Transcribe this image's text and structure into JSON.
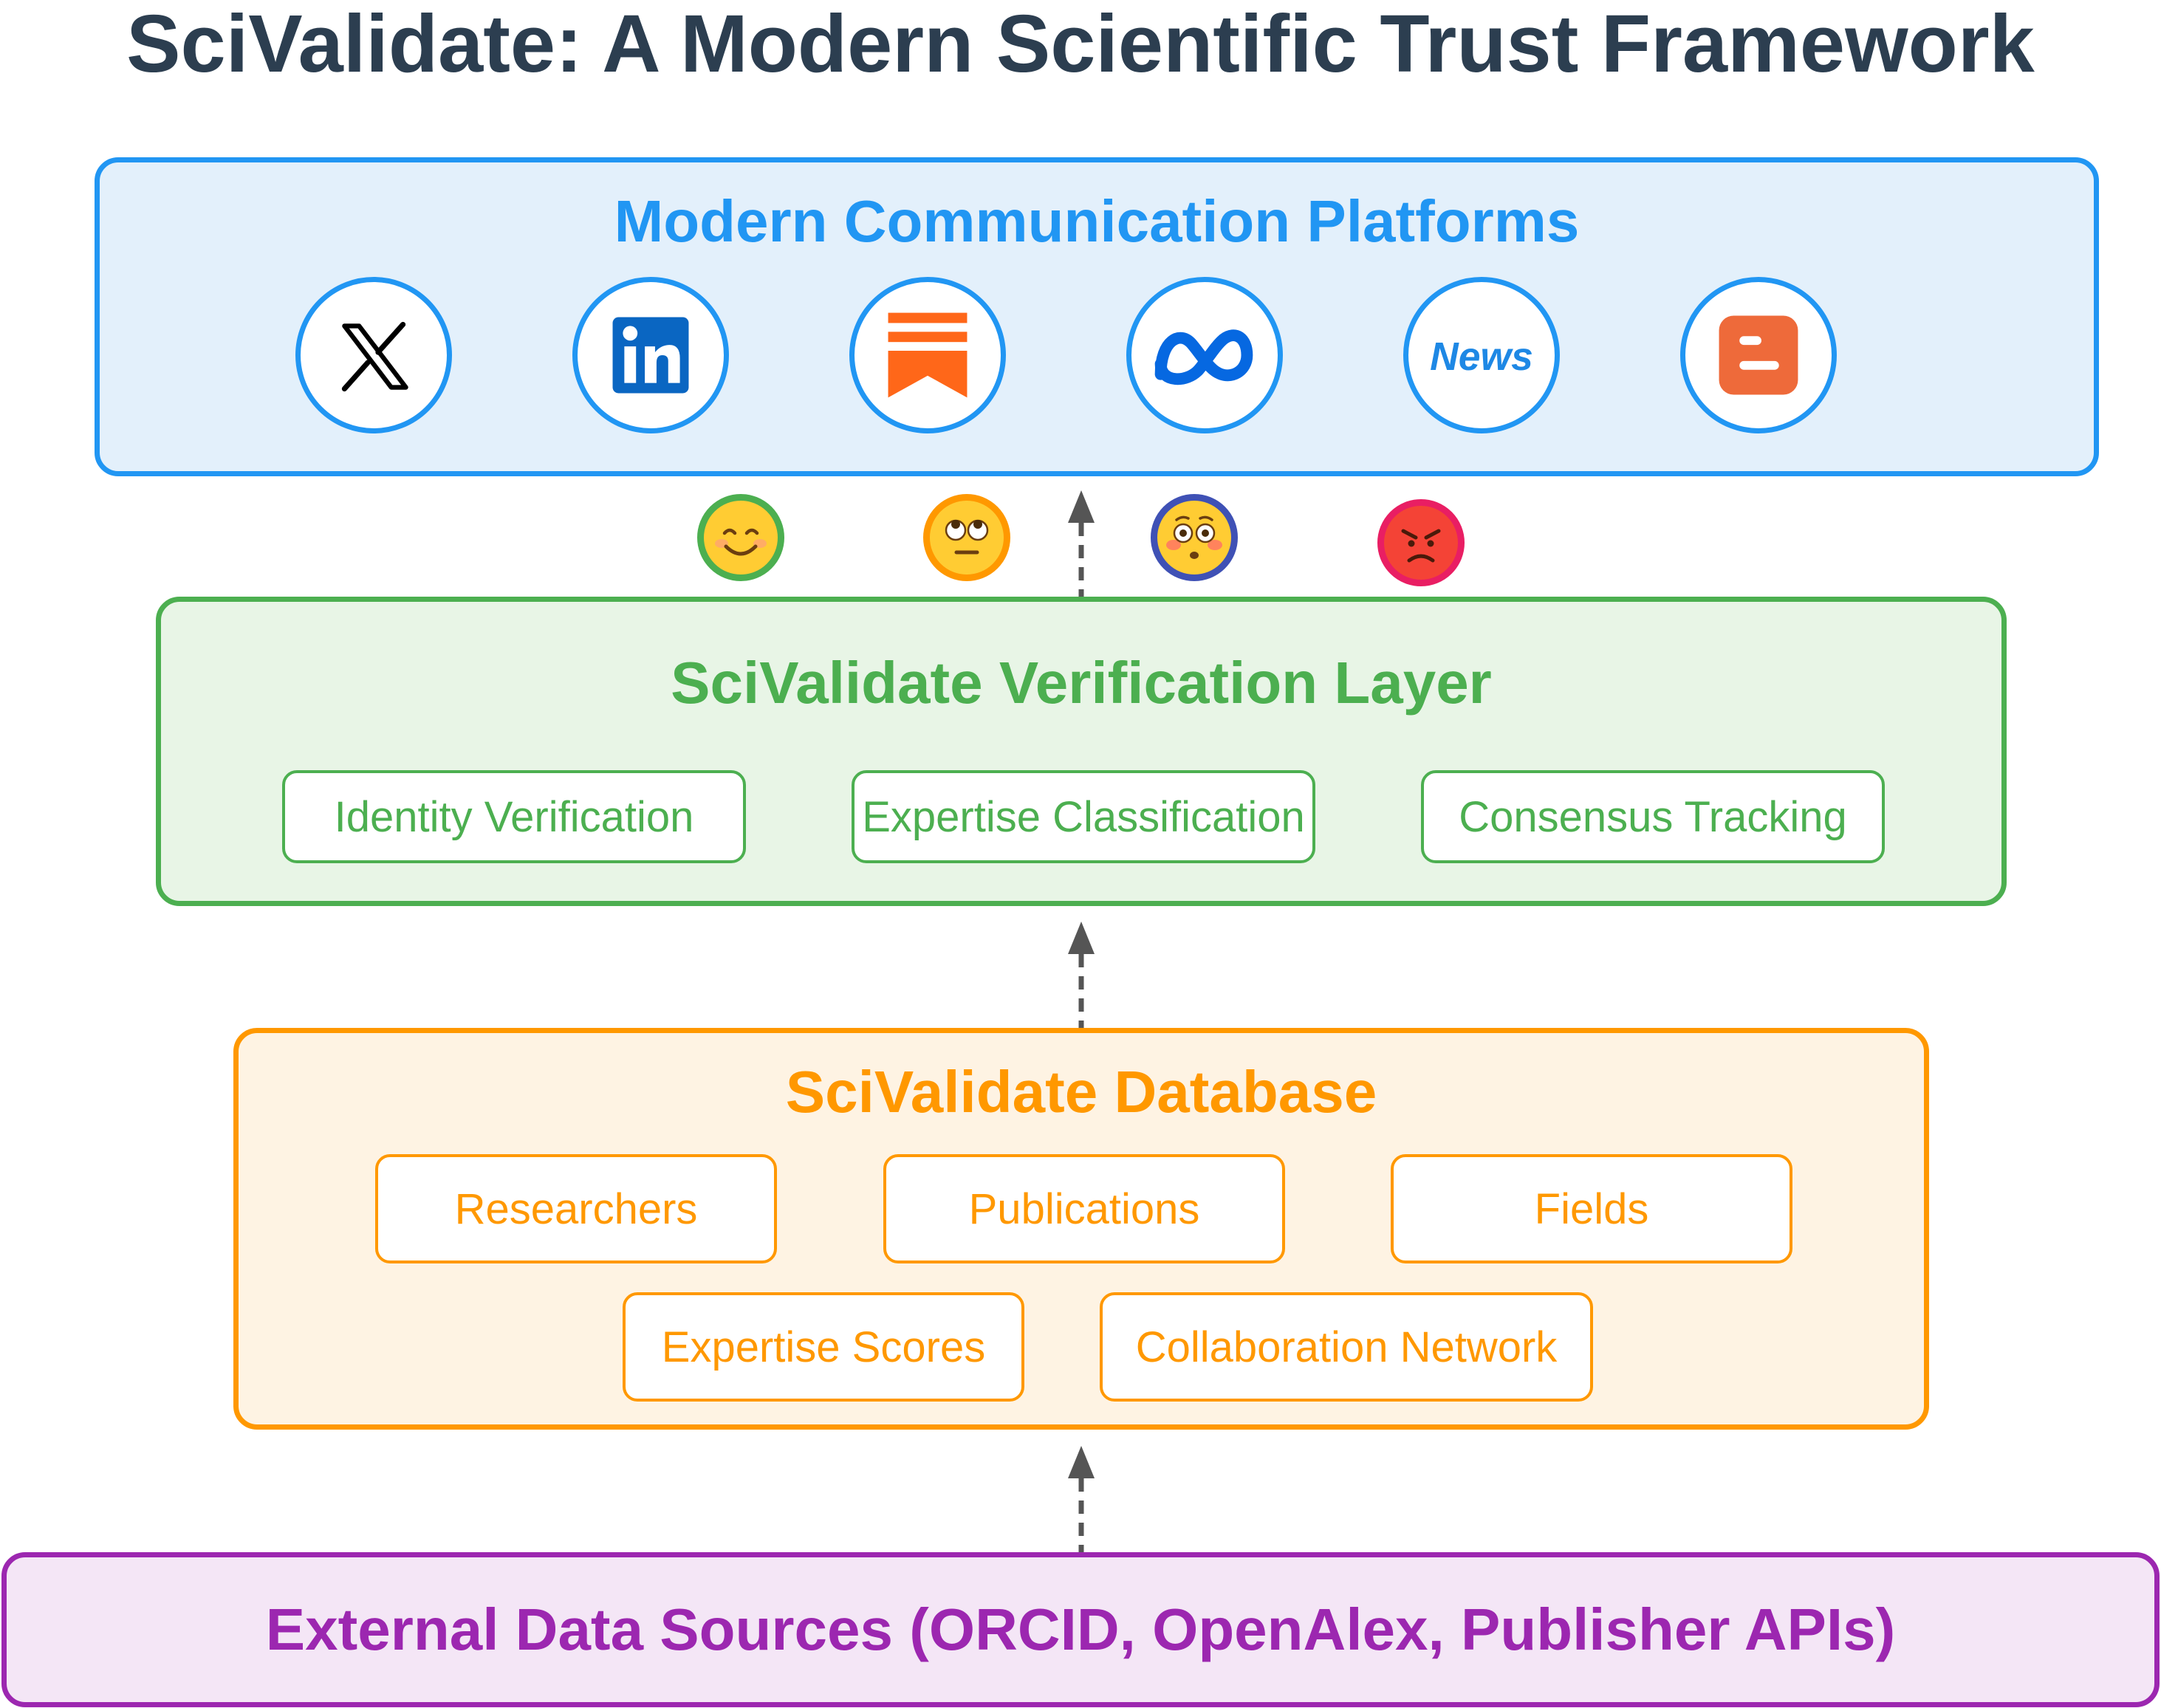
{
  "title": "SciValidate: A Modern Scientific Trust Framework",
  "platforms": {
    "title": "Modern Communication Platforms",
    "icons": [
      {
        "name": "x-logo-icon",
        "color": "#000000"
      },
      {
        "name": "linkedin-logo-icon",
        "color": "#0a66c2",
        "text": "in"
      },
      {
        "name": "substack-logo-icon",
        "color": "#ff6719"
      },
      {
        "name": "meta-logo-icon",
        "color": "#0668e1"
      },
      {
        "name": "news-icon",
        "color": "#1e88e5",
        "text": "News"
      },
      {
        "name": "blogger-logo-icon",
        "color": "#ee6a3a"
      }
    ]
  },
  "reactions": [
    {
      "name": "smiling-face-emoji-icon",
      "ring": "#4caf50"
    },
    {
      "name": "eye-roll-face-emoji-icon",
      "ring": "#ff9800"
    },
    {
      "name": "flushed-face-emoji-icon",
      "ring": "#3f51b5"
    },
    {
      "name": "angry-face-emoji-icon",
      "ring": "#e91e63"
    }
  ],
  "verification": {
    "title": "SciValidate Verification Layer",
    "items": [
      "Identity Verification",
      "Expertise Classification",
      "Consensus Tracking"
    ]
  },
  "database": {
    "title": "SciValidate Database",
    "items": [
      "Researchers",
      "Publications",
      "Fields",
      "Expertise Scores",
      "Collaboration Network"
    ]
  },
  "sources": {
    "title": "External Data Sources (ORCID, OpenAlex, Publisher APIs)"
  },
  "colors": {
    "title": "#2c3e50",
    "platforms": "#2196f3",
    "verification": "#4caf50",
    "database": "#ff9800",
    "sources": "#9c27b0",
    "arrow": "#555555"
  }
}
